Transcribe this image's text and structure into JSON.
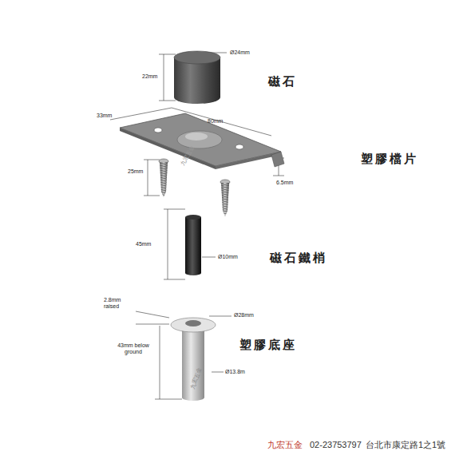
{
  "diagram": {
    "labels": [
      "Ø24mm",
      "22mm",
      "磁石",
      "33mm",
      "80mm",
      "6.5mm",
      "塑膠檔片",
      "25mm",
      "45mm",
      "Ø10mm",
      "磁石鐵梢",
      "2.8mm raised",
      "Ø28mm",
      "43mm below ground",
      "Ø13.8m",
      "塑膠底座",
      "九宏五金",
      "九宏五金",
      "九宏五金",
      "02-23753797",
      "台北市康定路1之1號"
    ]
  }
}
